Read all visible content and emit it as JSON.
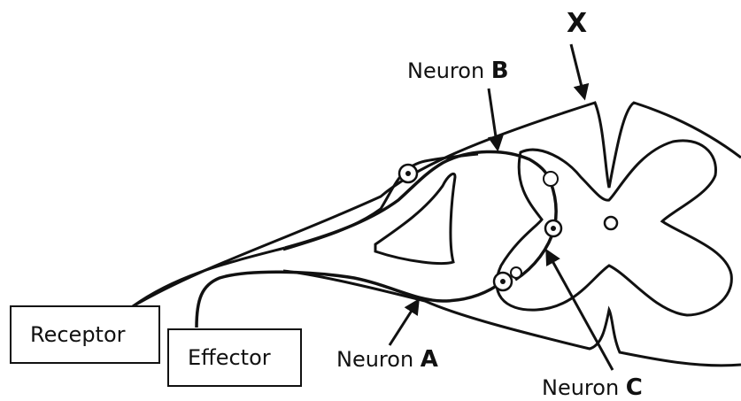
{
  "labels": {
    "x_marker": "X",
    "neuron_b_prefix": "Neuron ",
    "neuron_b_letter": "B",
    "neuron_a_prefix": "Neuron ",
    "neuron_a_letter": "A",
    "neuron_c_prefix": "Neuron ",
    "neuron_c_letter": "C",
    "receptor": "Receptor",
    "effector": "Effector"
  }
}
